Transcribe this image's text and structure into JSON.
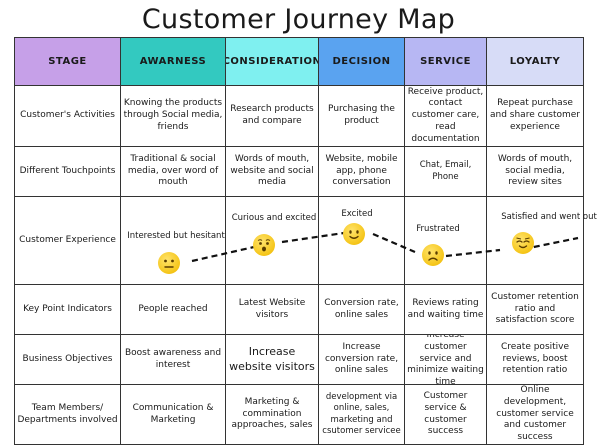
{
  "title": "Customer Journey Map",
  "header": {
    "stage": "STAGE",
    "awareness": "AWARNESS",
    "consideration": "CONSIDERATION",
    "decision": "DECISION",
    "service": "SERVICE",
    "loyalty": "LOYALTY"
  },
  "colors": {
    "stage": "#c6a0e8",
    "awareness": "#33c9c0",
    "consideration": "#7ff0f0",
    "decision": "#5aa3f0",
    "service": "#b7b7f3",
    "loyalty": "#d7dcf7",
    "emoji": "#f5c518"
  },
  "rows": {
    "activities": {
      "label": "Customer's Activities",
      "awareness": "Knowing the products through Social media, friends",
      "consideration": "Research products and compare",
      "decision": "Purchasing the product",
      "service": "Receive product, contact customer care, read documentation",
      "loyalty": "Repeat purchase and share customer experience"
    },
    "touchpoints": {
      "label": "Different Touchpoints",
      "awareness": "Traditional & social media, over word of mouth",
      "consideration": "Words of mouth, website and social media",
      "decision": "Website, mobile app, phone conversation",
      "service": "Chat, Email, Phone",
      "loyalty": "Words of mouth, social media, review sites"
    },
    "experience": {
      "label": "Customer Experience",
      "awareness": "Interested but hesitant",
      "consideration": "Curious and excited",
      "decision": "Excited",
      "service": "Frustrated",
      "loyalty": "Satisfied and went out"
    },
    "kpi": {
      "label": "Key Point Indicators",
      "awareness": "People reached",
      "consideration": "Latest Website visitors",
      "decision": "Conversion rate, online sales",
      "service": "Reviews rating and waiting time",
      "loyalty": "Customer retention ratio and satisfaction score"
    },
    "objectives": {
      "label": "Business Objectives",
      "awareness": "Boost awareness and interest",
      "consideration": "Increase website visitors",
      "decision": "Increase conversion rate, online sales",
      "service": "Increase customer service and minimize waiting time",
      "loyalty": "Create positive reviews, boost retention ratio"
    },
    "team": {
      "label": "Team Members/ Departments involved",
      "awareness": "Communication & Marketing",
      "consideration": "Marketing & commination approaches, sales",
      "decision": "development via online, sales, marketing and csutomer servicee",
      "service": "Customer service & customer success",
      "loyalty": "Online development, customer service and customer success"
    }
  }
}
